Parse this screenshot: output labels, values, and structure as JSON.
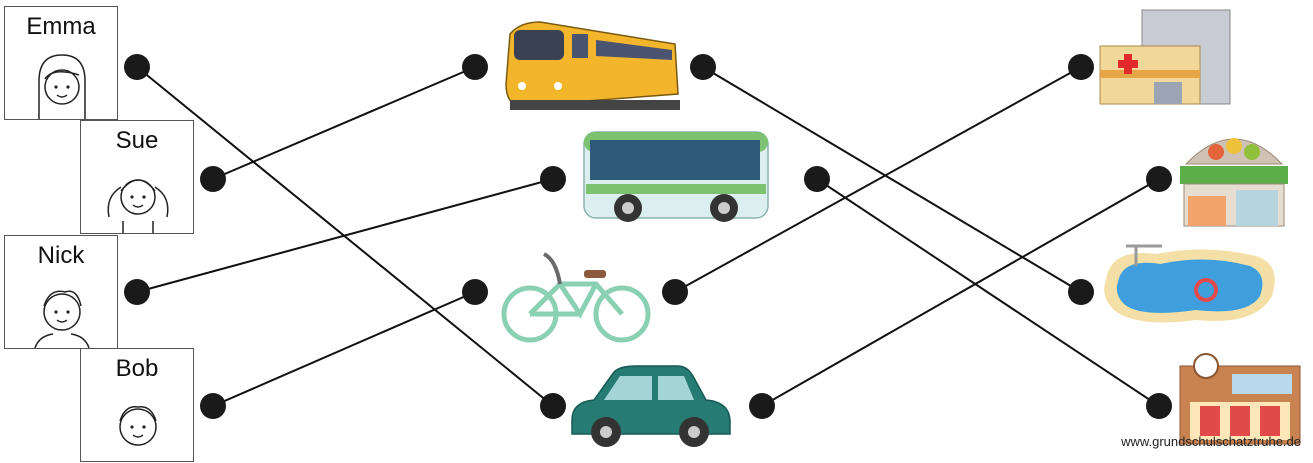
{
  "people": [
    {
      "id": "emma",
      "name": "Emma"
    },
    {
      "id": "sue",
      "name": "Sue"
    },
    {
      "id": "nick",
      "name": "Nick"
    },
    {
      "id": "bob",
      "name": "Bob"
    }
  ],
  "vehicles": [
    {
      "id": "train",
      "icon": "train-icon"
    },
    {
      "id": "bus",
      "icon": "bus-icon"
    },
    {
      "id": "bicycle",
      "icon": "bicycle-icon"
    },
    {
      "id": "car",
      "icon": "car-icon"
    }
  ],
  "places": [
    {
      "id": "hospital",
      "icon": "hospital-icon"
    },
    {
      "id": "shop",
      "icon": "shop-icon"
    },
    {
      "id": "pool",
      "icon": "swimming-pool-icon"
    },
    {
      "id": "school",
      "icon": "school-icon"
    }
  ],
  "links": [
    {
      "from": "emma",
      "to": "car"
    },
    {
      "from": "sue",
      "to": "train"
    },
    {
      "from": "nick",
      "to": "bus"
    },
    {
      "from": "bob",
      "to": "bicycle"
    },
    {
      "from": "train",
      "to": "pool"
    },
    {
      "from": "bus",
      "to": "school"
    },
    {
      "from": "bicycle",
      "to": "hospital"
    },
    {
      "from": "car",
      "to": "shop"
    }
  ],
  "credit": "www.grundschulschatztruhe.de"
}
